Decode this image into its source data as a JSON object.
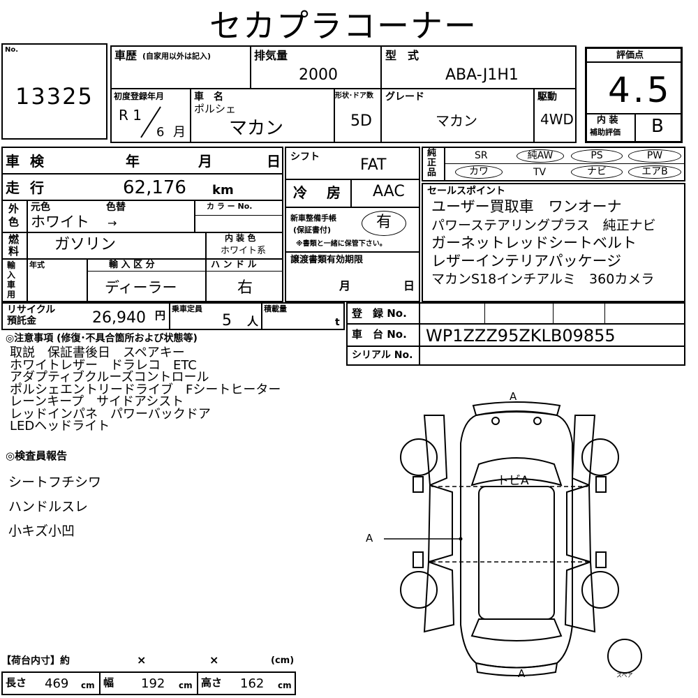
{
  "title": "セカプラコーナー",
  "lot": {
    "label": "No.",
    "value": "13325"
  },
  "history": {
    "label": "車歴",
    "note": "(自家用以外は記入)"
  },
  "displacement": {
    "label": "排気量",
    "value": "2000"
  },
  "model_type": {
    "label": "型　式",
    "value": "ABA-J1H1"
  },
  "first_reg": {
    "label": "初度登録年月",
    "era": "R 1",
    "month": "6",
    "month_unit": "月"
  },
  "car_name": {
    "label": "車　名",
    "maker": "ポルシェ",
    "model": "マカン"
  },
  "body_doors": {
    "label": "形状･ドア数",
    "value": "5D"
  },
  "grade": {
    "label": "グレード",
    "value": "マカン"
  },
  "drive": {
    "label": "駆動",
    "value": "4WD"
  },
  "score": {
    "label": "評価点",
    "value": "4.5",
    "interior_label_1": "内 装",
    "interior_label_2": "補助評価",
    "interior_value": "B"
  },
  "inspection": {
    "label": "車 検",
    "year": "年",
    "month": "月",
    "day": "日"
  },
  "mileage": {
    "label": "走 行",
    "value": "62,176",
    "unit": "km"
  },
  "color": {
    "side_1": "外",
    "side_2": "色",
    "orig_label": "元色",
    "change_label": "色替",
    "value": "ホワイト",
    "arrow": "→",
    "code_label": "カ ラ ー No."
  },
  "fuel": {
    "side_1": "燃",
    "side_2": "料",
    "value": "ガソリン",
    "interior_color_label": "内 装 色",
    "interior_color": "ホワイト系"
  },
  "import": {
    "side": [
      "輸",
      "入",
      "車",
      "用"
    ],
    "year_label": "年式",
    "class_label": "輸 入 区 分",
    "class_value": "ディーラー",
    "handle_label": "ハ ン ド ル",
    "handle_value": "右"
  },
  "shift": {
    "label": "シフト",
    "value": "FAT"
  },
  "ac": {
    "label": "冷　房",
    "value": "AAC"
  },
  "warranty": {
    "label_1": "新車整備手帳",
    "label_2": "(保証書付)",
    "value": "有",
    "note": "※書類と一緒に保管下さい。"
  },
  "transfer": {
    "label": "譲渡書類有効期限",
    "month": "月",
    "day": "日"
  },
  "factory": {
    "side": [
      "純",
      "正",
      "品"
    ],
    "row1": [
      "SR",
      "純AW",
      "PS",
      "PW"
    ],
    "row2": [
      "カワ",
      "TV",
      "ナビ",
      "エアB"
    ]
  },
  "sales": {
    "label": "セールスポイント",
    "lines": [
      "ユーザー買取車　ワンオーナ",
      "パワーステアリングプラス　純正ナビ",
      "ガーネットレッドシートベルト",
      "レザーインテリアパッケージ",
      "マカンS18インチアルミ　360カメラ"
    ]
  },
  "recycle": {
    "label_1": "リサイクル",
    "label_2": "預託金",
    "value": "26,940",
    "unit": "円"
  },
  "capacity": {
    "label": "乗車定員",
    "value": "5",
    "unit": "人"
  },
  "load": {
    "label": "積載量",
    "unit": "t"
  },
  "registration": {
    "label": "登　録 No.",
    "value": ""
  },
  "chassis": {
    "label": "車　台 No.",
    "value": "WP1ZZZ95ZKLB09855"
  },
  "serial": {
    "label": "シリアル No.",
    "value": ""
  },
  "notes": {
    "label": "◎注意事項 (修復･不具合箇所および状態等)",
    "lines": [
      "取説　保証書後日　スペアキー",
      "ホワイトレザー　ドラレコ　ETC",
      "アダプティブクルーズコントロール",
      "ポルシェエントリードライブ　Fシートヒーター",
      "レーンキープ　サイドアシスト",
      "レッドインパネ　パワーバックドア",
      "LEDヘッドライト"
    ]
  },
  "inspector": {
    "label": "◎検査員報告",
    "lines": [
      "シートフチシワ",
      "ハンドルスレ",
      "小キズ小凹"
    ]
  },
  "diagram": {
    "front_mark": "A",
    "rear_mark": "A",
    "side_mark": "A",
    "roof_mark": "トビA",
    "spare_label": "スペア"
  },
  "cargo": {
    "label": "【荷台内寸】約",
    "x1": "×",
    "x2": "×",
    "unit": "(cm)",
    "length_label": "長さ",
    "length": "469",
    "width_label": "幅",
    "width": "192",
    "height_label": "高さ",
    "height": "162",
    "cm": "cm"
  }
}
